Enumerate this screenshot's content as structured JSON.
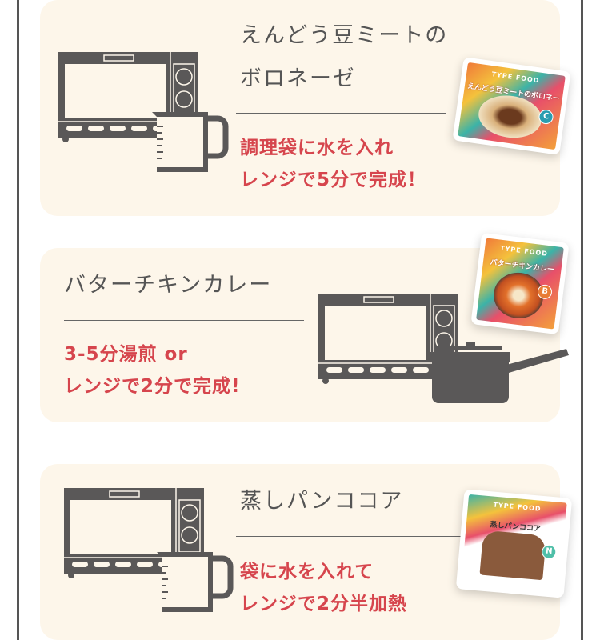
{
  "items": [
    {
      "title_lines": [
        "えんどう豆ミートの",
        "ボロネーゼ"
      ],
      "instructions": [
        "調理袋に水を入れ",
        "レンジで5分で完成！"
      ],
      "tool": "microwave-and-measuring-cup",
      "package": {
        "brand": "TYPE FOOD",
        "name": "えんどう豆ミートのボロネーゼ",
        "badge": "C"
      }
    },
    {
      "title_lines": [
        "バターチキンカレー"
      ],
      "instructions": [
        "3-5分湯煎 or",
        "レンジで2分で完成!"
      ],
      "tool": "microwave-and-saucepan",
      "package": {
        "brand": "TYPE FOOD",
        "name": "バターチキンカレー",
        "badge": "B"
      }
    },
    {
      "title_lines": [
        "蒸しパンココア"
      ],
      "instructions": [
        "袋に水を入れて",
        "レンジで2分半加熱"
      ],
      "tool": "microwave-and-measuring-cup",
      "package": {
        "brand": "TYPE FOOD",
        "name": "蒸しパンココア",
        "badge": "N"
      }
    }
  ],
  "colors": {
    "card_bg": "#fdf6ea",
    "accent_red": "#d6454d",
    "icon_gray": "#5a5858"
  }
}
